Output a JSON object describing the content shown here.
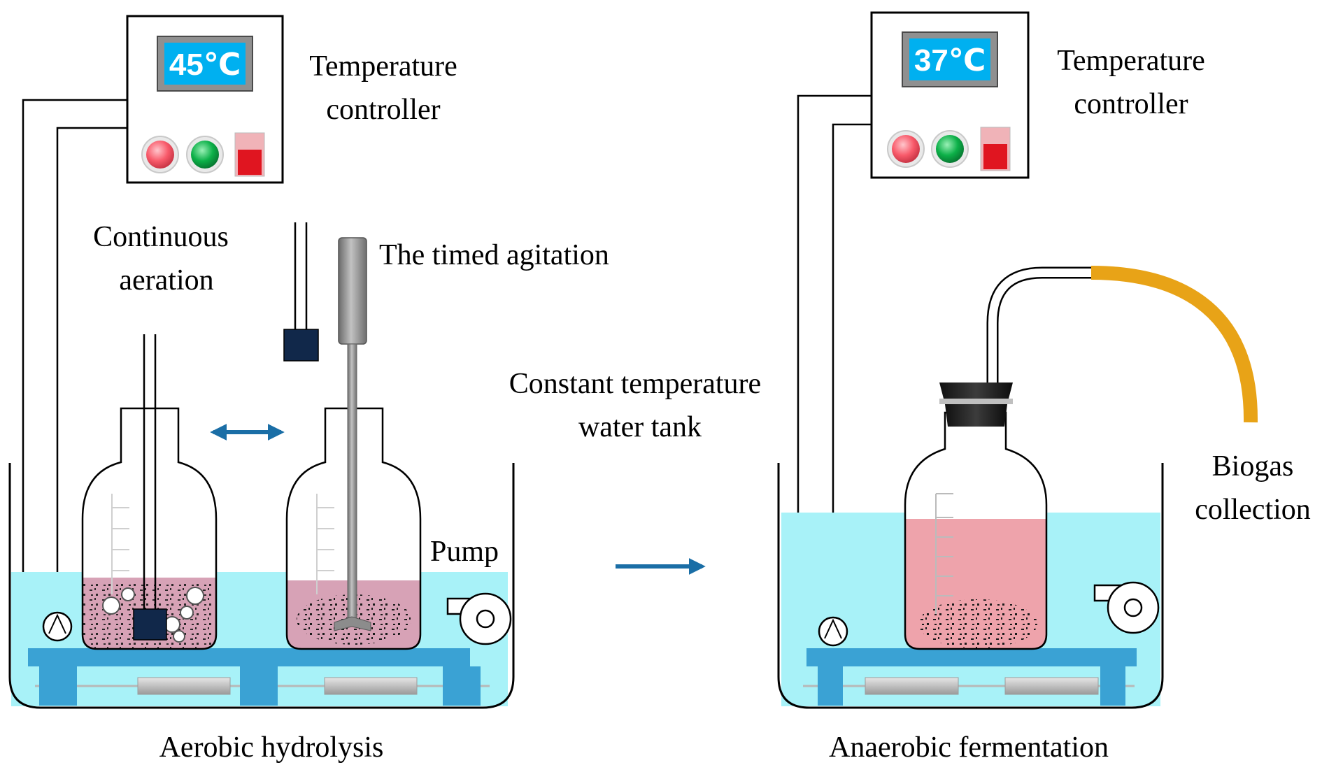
{
  "colors": {
    "water": "#a8f2f8",
    "liquid_aerobic": "#d7a2b6",
    "liquid_anaerobic": "#eea3ab",
    "platform": "#3aa2d4",
    "lcd_bg": "#00b0f0",
    "arrow": "#1a6ea6",
    "tube": "#e8a317",
    "red_button": "#f85a6a",
    "green_button": "#0cb048",
    "switch_red": "#e01520",
    "probe": "#11284a"
  },
  "left_setup": {
    "controller": {
      "display": "45℃",
      "label_line1": "Temperature",
      "label_line2": "controller"
    },
    "aeration": {
      "label_line1": "Continuous",
      "label_line2": "aeration"
    },
    "agitation": {
      "label": "The timed agitation"
    },
    "pump": {
      "label": "Pump"
    },
    "caption": "Aerobic hydrolysis"
  },
  "center": {
    "water_tank": {
      "label_line1": "Constant temperature",
      "label_line2": "water tank"
    }
  },
  "right_setup": {
    "controller": {
      "display": "37℃",
      "label_line1": "Temperature",
      "label_line2": "controller"
    },
    "biogas": {
      "label_line1": "Biogas",
      "label_line2": "collection"
    },
    "caption": "Anaerobic fermentation"
  },
  "icons": [
    "temperature-controller-icon",
    "stirrer-icon",
    "pump-icon",
    "heater-icon",
    "sensor-probe-icon",
    "bubble-icon",
    "double-arrow-icon",
    "flow-arrow-icon"
  ]
}
